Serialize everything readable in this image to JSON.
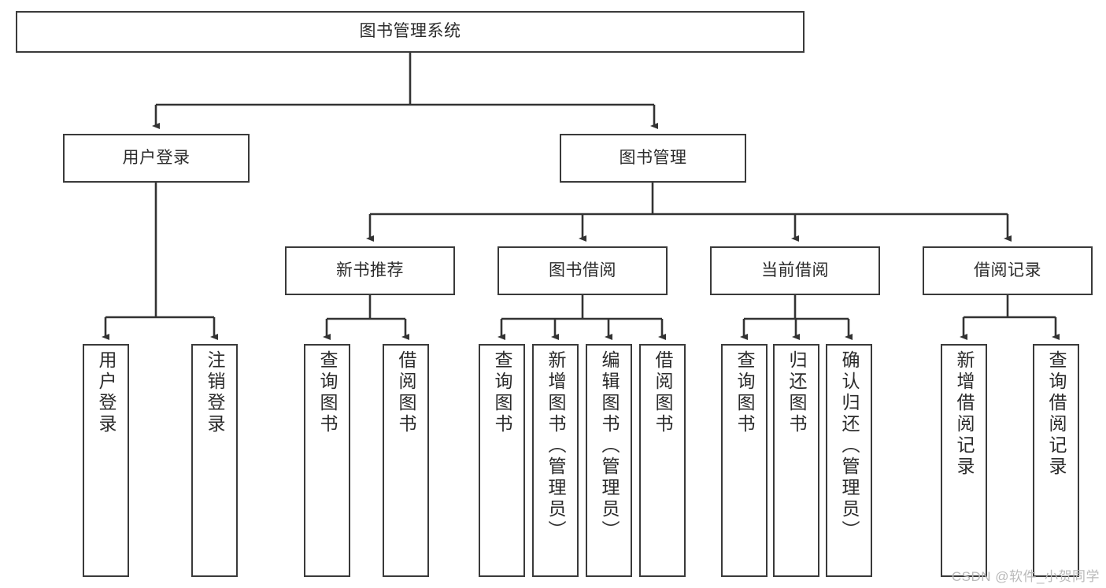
{
  "diagram": {
    "title": "图书管理系统",
    "watermark": "CSDN @软件_小贺同学",
    "colors": {
      "box_border": "#3a3a3a",
      "box_fill": "#ffffff",
      "connector": "#333333",
      "text": "#2b2b2b",
      "watermark": "#b9b9b9"
    },
    "nodes": {
      "root": "图书管理系统",
      "level1": [
        {
          "label": "用户登录"
        },
        {
          "label": "图书管理"
        }
      ],
      "level2": [
        {
          "label": "新书推荐"
        },
        {
          "label": "图书借阅"
        },
        {
          "label": "当前借阅"
        },
        {
          "label": "借阅记录"
        }
      ],
      "leaves_user_login": [
        {
          "label": "用户登录"
        },
        {
          "label": "注销登录"
        }
      ],
      "leaves_new_books": [
        {
          "label": "查询图书"
        },
        {
          "label": "借阅图书"
        }
      ],
      "leaves_borrow": [
        {
          "label": "查询图书"
        },
        {
          "label": "新增图书（管理员）"
        },
        {
          "label": "编辑图书（管理员）"
        },
        {
          "label": "借阅图书"
        }
      ],
      "leaves_current": [
        {
          "label": "查询图书"
        },
        {
          "label": "归还图书"
        },
        {
          "label": "确认归还（管理员）"
        }
      ],
      "leaves_records": [
        {
          "label": "新增借阅记录"
        },
        {
          "label": "查询借阅记录"
        }
      ]
    }
  }
}
